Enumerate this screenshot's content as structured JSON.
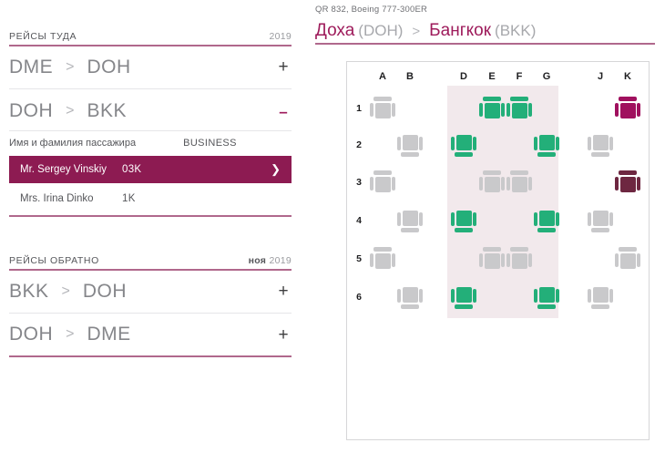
{
  "left": {
    "outbound": {
      "title": "РЕЙСЫ ТУДА",
      "date_month": "",
      "date_year": "2019",
      "legs": [
        {
          "from": "DME",
          "arrow": ">",
          "to": "DOH",
          "toggle": "+",
          "expanded": false
        },
        {
          "from": "DOH",
          "arrow": ">",
          "to": "BKK",
          "toggle": "–",
          "expanded": true
        }
      ],
      "passenger_header": {
        "name_label": "Имя и фамилия пассажира",
        "cabin_label": "BUSINESS"
      },
      "passengers": [
        {
          "name": "Mr. Sergey Vinskiy",
          "seat": "03K",
          "selected": true,
          "chevron": "❯"
        },
        {
          "name": "Mrs. Irina Dinko",
          "seat": "1K",
          "selected": false,
          "chevron": ""
        }
      ]
    },
    "inbound": {
      "title": "РЕЙСЫ ОБРАТНО",
      "date_month": "ноя",
      "date_year": "2019",
      "legs": [
        {
          "from": "BKK",
          "arrow": ">",
          "to": "DOH",
          "toggle": "+",
          "expanded": false
        },
        {
          "from": "DOH",
          "arrow": ">",
          "to": "DME",
          "toggle": "+",
          "expanded": false
        }
      ]
    }
  },
  "right": {
    "flight_meta": "QR 832, Boeing 777-300ER",
    "route": {
      "from_city": "Доха",
      "from_code": "(DOH)",
      "separator": ">",
      "to_city": "Бангкок",
      "to_code": "(BKK)"
    },
    "seatmap": {
      "columns": [
        "A",
        "B",
        "D",
        "E",
        "F",
        "G",
        "J",
        "K"
      ],
      "rows": [
        "1",
        "2",
        "3",
        "4",
        "5",
        "6"
      ],
      "column_x": {
        "A": 39,
        "B": 69,
        "D": 128,
        "E": 159,
        "F": 189,
        "G": 219,
        "J": 278,
        "K": 308
      },
      "row_y": {
        "1": 51,
        "2": 91,
        "3": 132,
        "4": 174,
        "5": 216,
        "6": 258
      },
      "seats": [
        {
          "id": "1A",
          "row": "1",
          "col": "A",
          "state": "free",
          "orient": "up"
        },
        {
          "id": "1E",
          "row": "1",
          "col": "E",
          "state": "avail",
          "orient": "up"
        },
        {
          "id": "1F",
          "row": "1",
          "col": "F",
          "state": "avail",
          "orient": "up"
        },
        {
          "id": "1K",
          "row": "1",
          "col": "K",
          "state": "selected",
          "orient": "up"
        },
        {
          "id": "2B",
          "row": "2",
          "col": "B",
          "state": "free",
          "orient": "down"
        },
        {
          "id": "2D",
          "row": "2",
          "col": "D",
          "state": "avail",
          "orient": "down"
        },
        {
          "id": "2G",
          "row": "2",
          "col": "G",
          "state": "avail",
          "orient": "down"
        },
        {
          "id": "2J",
          "row": "2",
          "col": "J",
          "state": "free",
          "orient": "down"
        },
        {
          "id": "3A",
          "row": "3",
          "col": "A",
          "state": "free",
          "orient": "up"
        },
        {
          "id": "3E",
          "row": "3",
          "col": "E",
          "state": "free",
          "orient": "up"
        },
        {
          "id": "3F",
          "row": "3",
          "col": "F",
          "state": "free",
          "orient": "up"
        },
        {
          "id": "3K",
          "row": "3",
          "col": "K",
          "state": "taken",
          "orient": "up"
        },
        {
          "id": "4B",
          "row": "4",
          "col": "B",
          "state": "free",
          "orient": "down"
        },
        {
          "id": "4D",
          "row": "4",
          "col": "D",
          "state": "avail",
          "orient": "down"
        },
        {
          "id": "4G",
          "row": "4",
          "col": "G",
          "state": "avail",
          "orient": "down"
        },
        {
          "id": "4J",
          "row": "4",
          "col": "J",
          "state": "free",
          "orient": "down"
        },
        {
          "id": "5A",
          "row": "5",
          "col": "A",
          "state": "free",
          "orient": "up"
        },
        {
          "id": "5E",
          "row": "5",
          "col": "E",
          "state": "free",
          "orient": "up"
        },
        {
          "id": "5F",
          "row": "5",
          "col": "F",
          "state": "free",
          "orient": "up"
        },
        {
          "id": "5K",
          "row": "5",
          "col": "K",
          "state": "free",
          "orient": "up"
        },
        {
          "id": "6B",
          "row": "6",
          "col": "B",
          "state": "free",
          "orient": "down"
        },
        {
          "id": "6D",
          "row": "6",
          "col": "D",
          "state": "avail",
          "orient": "down"
        },
        {
          "id": "6G",
          "row": "6",
          "col": "G",
          "state": "avail",
          "orient": "down"
        },
        {
          "id": "6J",
          "row": "6",
          "col": "J",
          "state": "free",
          "orient": "down"
        }
      ]
    }
  },
  "colors": {
    "brand_magenta": "#9e1b5b",
    "selected_row": "#8d1b52",
    "rule_pink": "#b0688c",
    "seat_free": "#c9c9cb",
    "seat_available": "#23af79",
    "seat_selected": "#a0105e",
    "seat_taken": "#6e2741",
    "band_pink": "#f2e9ec"
  }
}
